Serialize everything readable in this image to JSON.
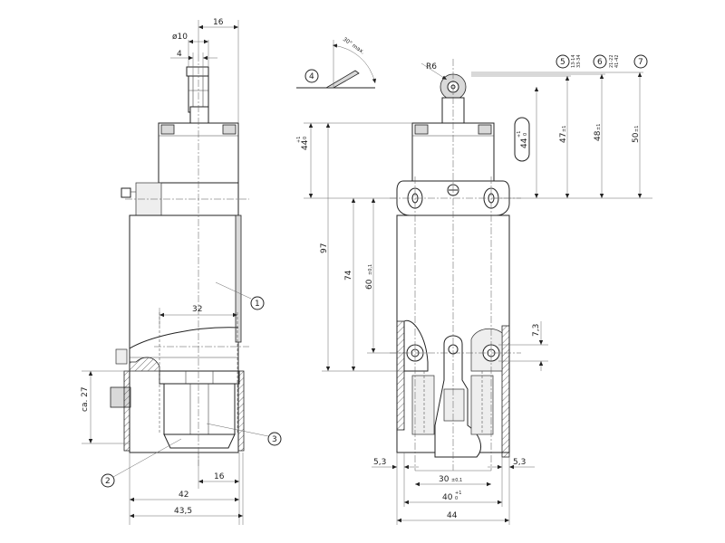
{
  "left_view": {
    "dims": {
      "top_16": "16",
      "dia10": "ø10",
      "four": "4",
      "thirtytwo": "32",
      "ca27": "ca. 27",
      "bottom_16": "16",
      "fortytwo": "42",
      "fortythree": "43,5"
    },
    "callouts": {
      "c1": "1",
      "c2": "2",
      "c3": "3"
    }
  },
  "right_view": {
    "dims": {
      "angle": "30° max.",
      "r6": "R6",
      "h44": "44",
      "h44_tol_up": "+1",
      "h44_tol_dn": "0",
      "h97": "97",
      "h74": "74",
      "h60": "60",
      "h60_tol": "±0,1",
      "h73": "7,3",
      "h47": "47",
      "h47_tol": "±1",
      "h48": "48",
      "h48_tol": "±1",
      "h50": "50",
      "h50_tol": "±1",
      "box44": "44",
      "box44_up": "+1",
      "box44_dn": "0",
      "w53_left": "5,3",
      "w53_right": "5,3",
      "w30": "30",
      "w30_tol": "±0,1",
      "w40": "40",
      "w40_up": "+1",
      "w40_dn": "0",
      "w44": "44"
    },
    "callouts": {
      "c4": "4",
      "c5": "5",
      "c6": "6",
      "c7": "7"
    },
    "contact_labels": {
      "c5_a": "13-14",
      "c5_b": "33-34",
      "c6_a": "21-22",
      "c6_b": "41-42"
    }
  }
}
